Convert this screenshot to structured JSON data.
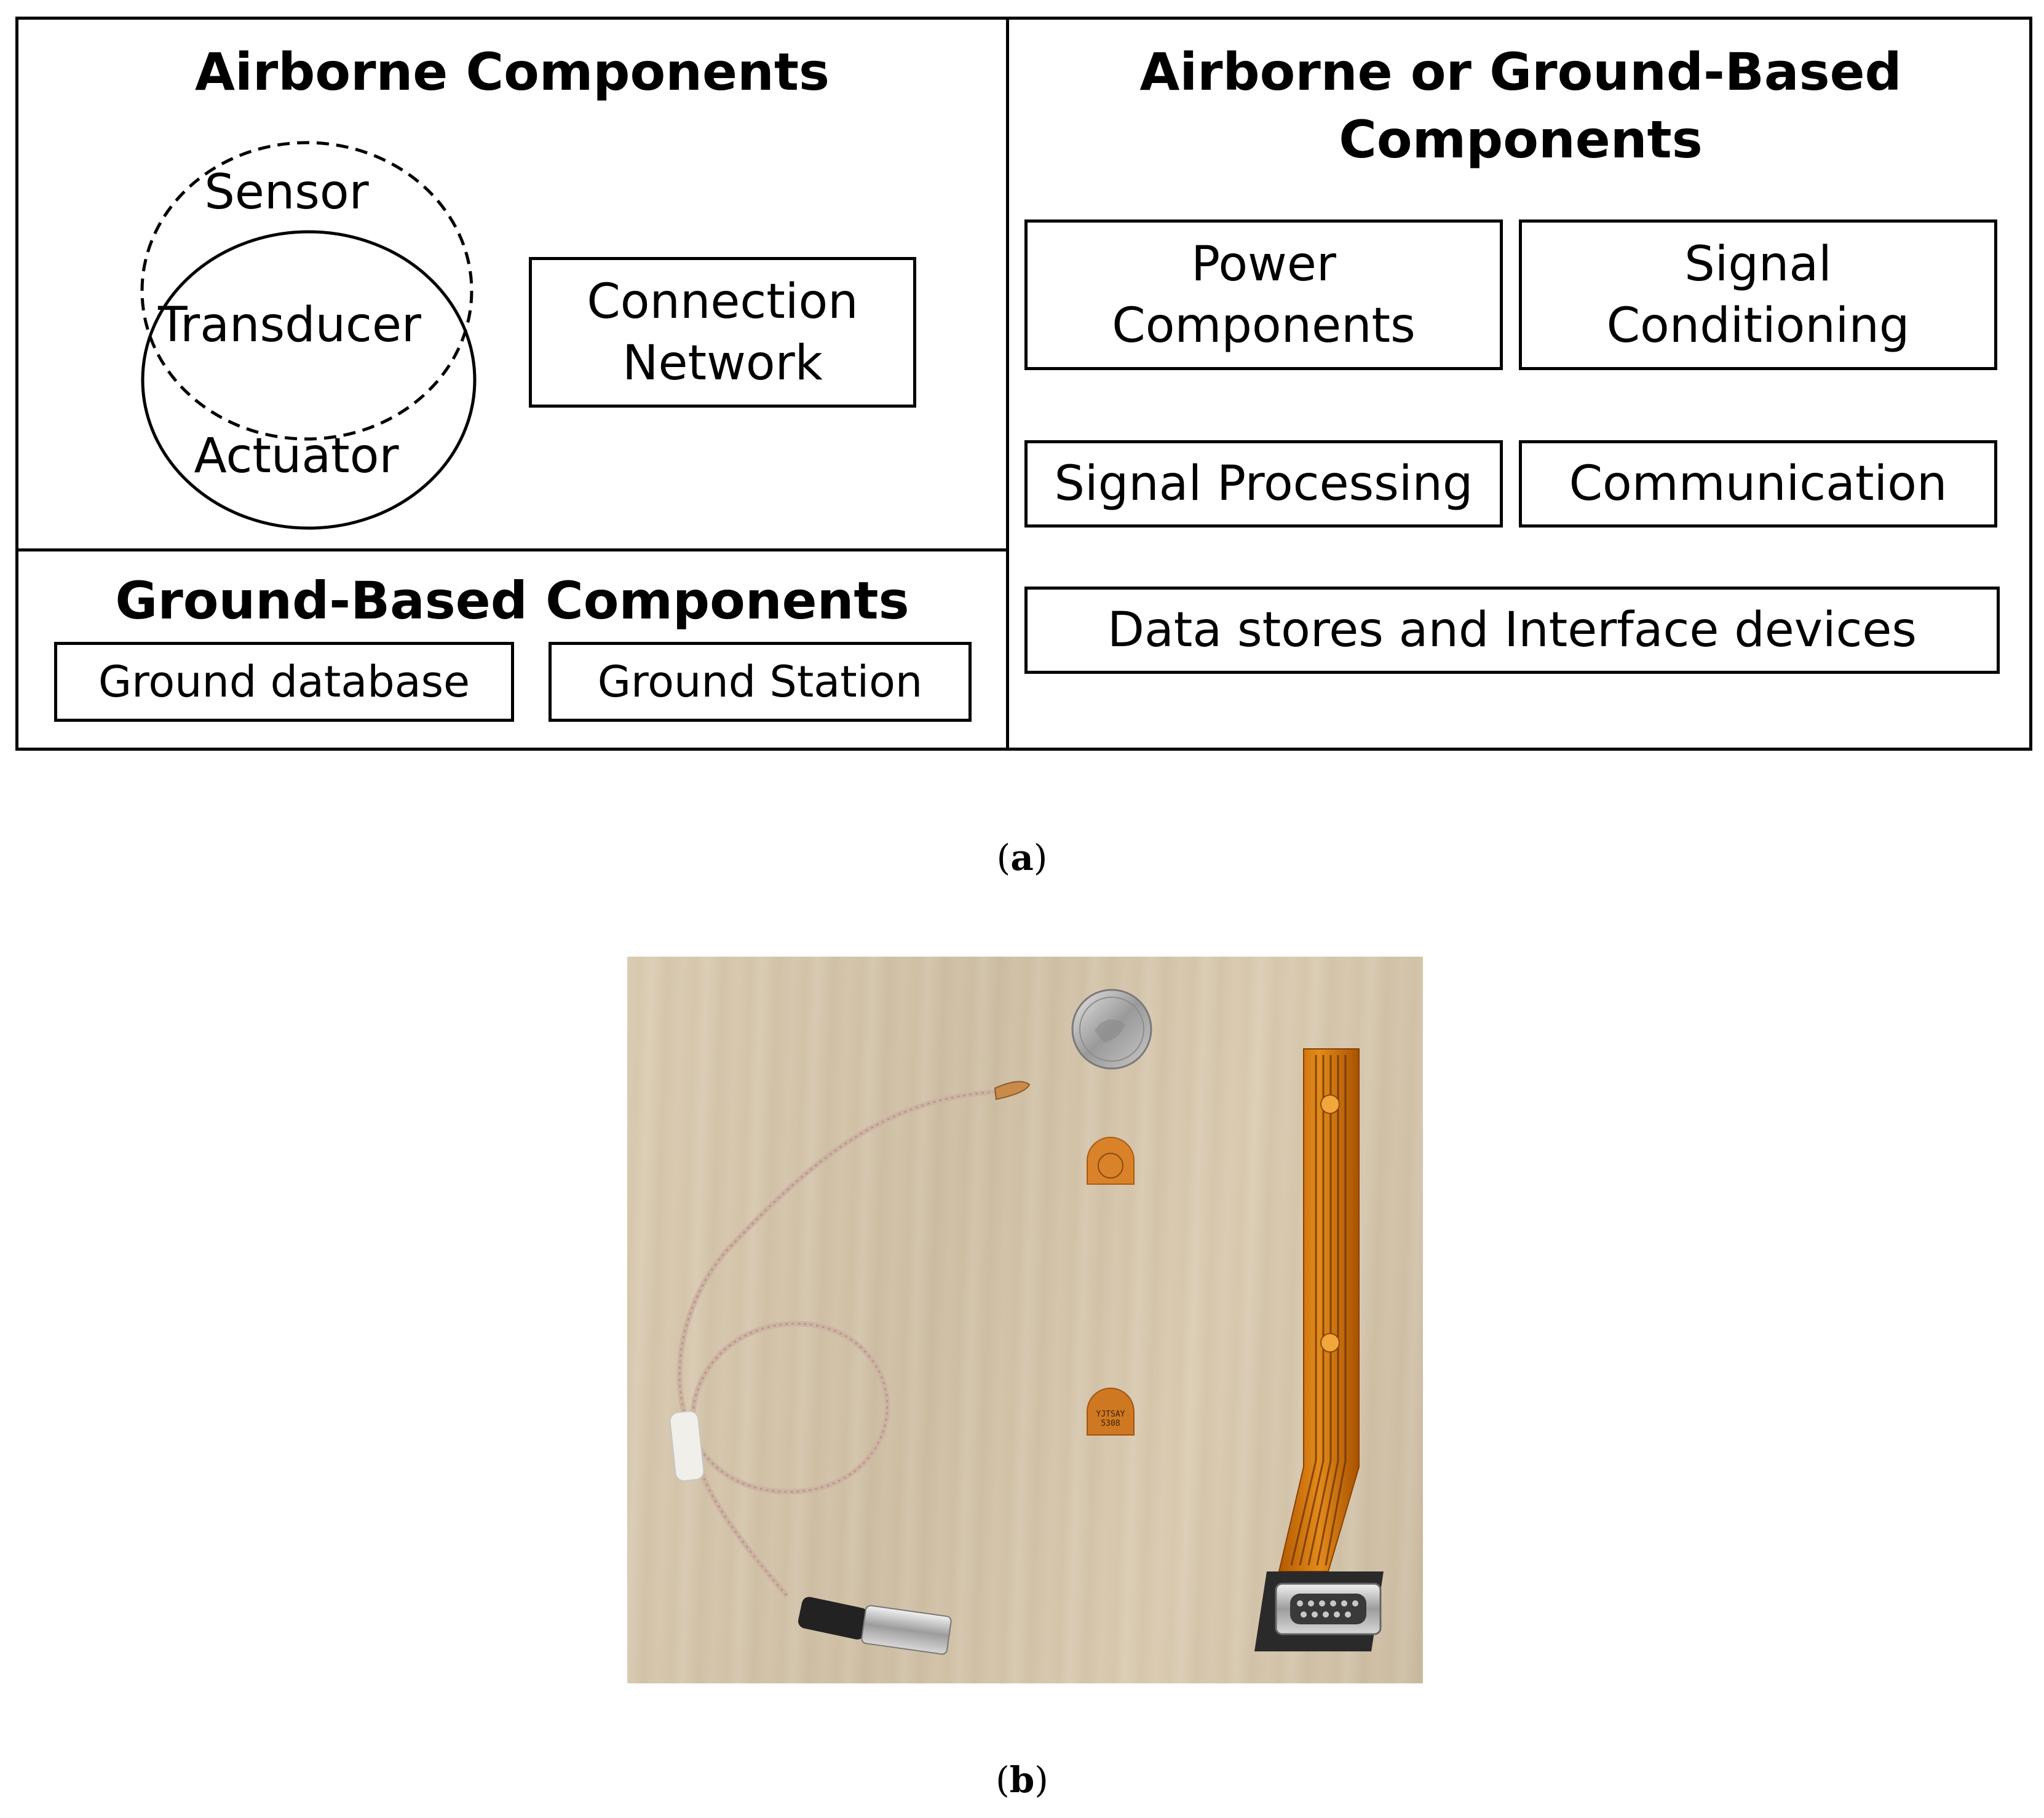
{
  "panel_a": {
    "airborne": {
      "title": "Airborne Components",
      "venn": {
        "sensor": "Sensor",
        "transducer": "Transducer",
        "actuator": "Actuator"
      },
      "connection_network": "Connection\nNetwork"
    },
    "ground": {
      "title": "Ground-Based Components",
      "database": "Ground database",
      "station": "Ground Station"
    },
    "either": {
      "title": "Airborne or Ground-Based\nComponents",
      "power": "Power\nComponents",
      "signal_conditioning": "Signal\nConditioning",
      "signal_processing": "Signal Processing",
      "communication": "Communication",
      "data_stores": "Data stores and Interface devices"
    },
    "caption_letter": "a"
  },
  "panel_b": {
    "caption_letter": "b",
    "sensor_label": "YJTSAY\n5308"
  }
}
